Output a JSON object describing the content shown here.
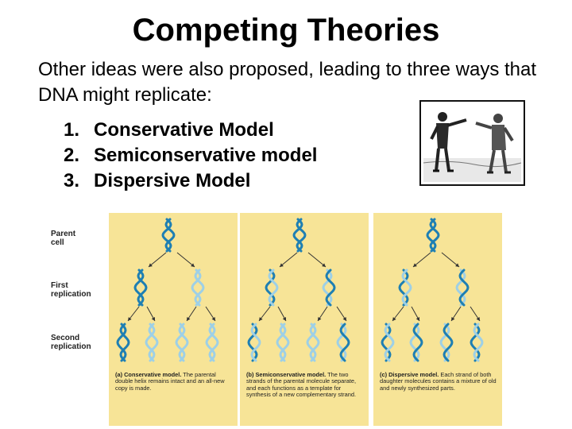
{
  "slide": {
    "title": "Competing Theories",
    "intro": "Other ideas were also proposed, leading to three ways that DNA might replicate:",
    "models": [
      {
        "num": "1.",
        "label": "Conservative Model"
      },
      {
        "num": "2.",
        "label": "Semiconservative model"
      },
      {
        "num": "3.",
        "label": "Dispersive Model"
      }
    ]
  },
  "figure": {
    "row_labels": {
      "parent": [
        "Parent",
        "cell"
      ],
      "first": [
        "First",
        "replication"
      ],
      "second": [
        "Second",
        "replication"
      ]
    },
    "captions": [
      {
        "lead": "(a) Conservative model.",
        "text": " The parental double helix remains intact and an all-new copy is made."
      },
      {
        "lead": "(b) Semiconservative model.",
        "text": " The two strands of the parental molecule separate, and each functions as a template for synthesis of a new complementary strand."
      },
      {
        "lead": "(c) Dispersive model.",
        "text": " Each strand of both daughter molecules contains a mixture of old and newly synthesized parts."
      }
    ],
    "colors": {
      "panel": "#f7e497",
      "parent_strand": "#1e7fb3",
      "new_strand": "#9ed0e6",
      "arrow": "#333333"
    }
  },
  "cartoon": {
    "icon": "two-men-arguing-icon"
  }
}
